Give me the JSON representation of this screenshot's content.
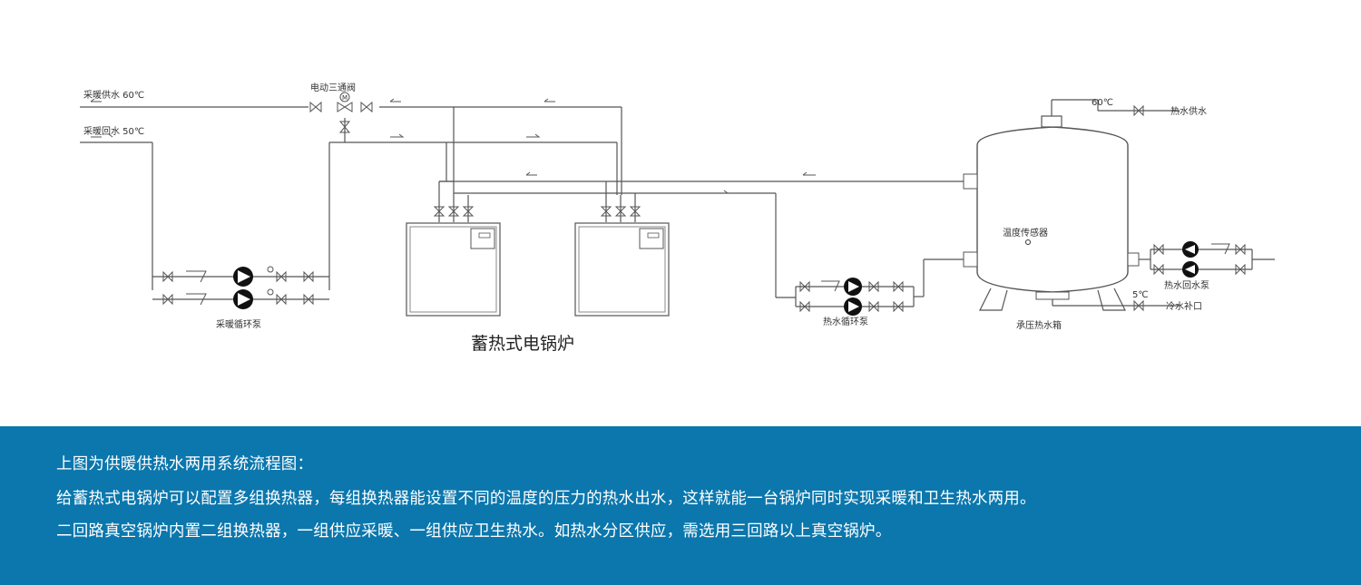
{
  "diagram": {
    "labels": {
      "heating_supply": "采暖供水 60℃",
      "heating_return": "采暖回水 50℃",
      "three_way_valve": "电动三通阀",
      "heating_pump": "采暖循环泵",
      "boiler_caption": "蓄热式电锅炉",
      "hot_water_pump": "热水循环泵",
      "temp_sensor": "温度传感器",
      "temp_60": "60℃",
      "hot_water_supply": "热水供水",
      "hot_water_return_pump": "热水回水泵",
      "temp_5": "5℃",
      "cold_water_makeup": "冷水补口",
      "pressure_tank": "承压热水箱"
    }
  },
  "info": {
    "line1": "上图为供暖供热水两用系统流程图：",
    "line2": "给蓄热式电锅炉可以配置多组换热器，每组换热器能设置不同的温度的压力的热水出水，这样就能一台锅炉同时实现采暖和卫生热水两用。",
    "line3": "二回路真空锅炉内置二组换热器，一组供应采暖、一组供应卫生热水。如热水分区供应，需选用三回路以上真空锅炉。"
  },
  "colors": {
    "info_bg": "#0b77ad",
    "line": "#555555",
    "text_light": "#ffffff"
  }
}
